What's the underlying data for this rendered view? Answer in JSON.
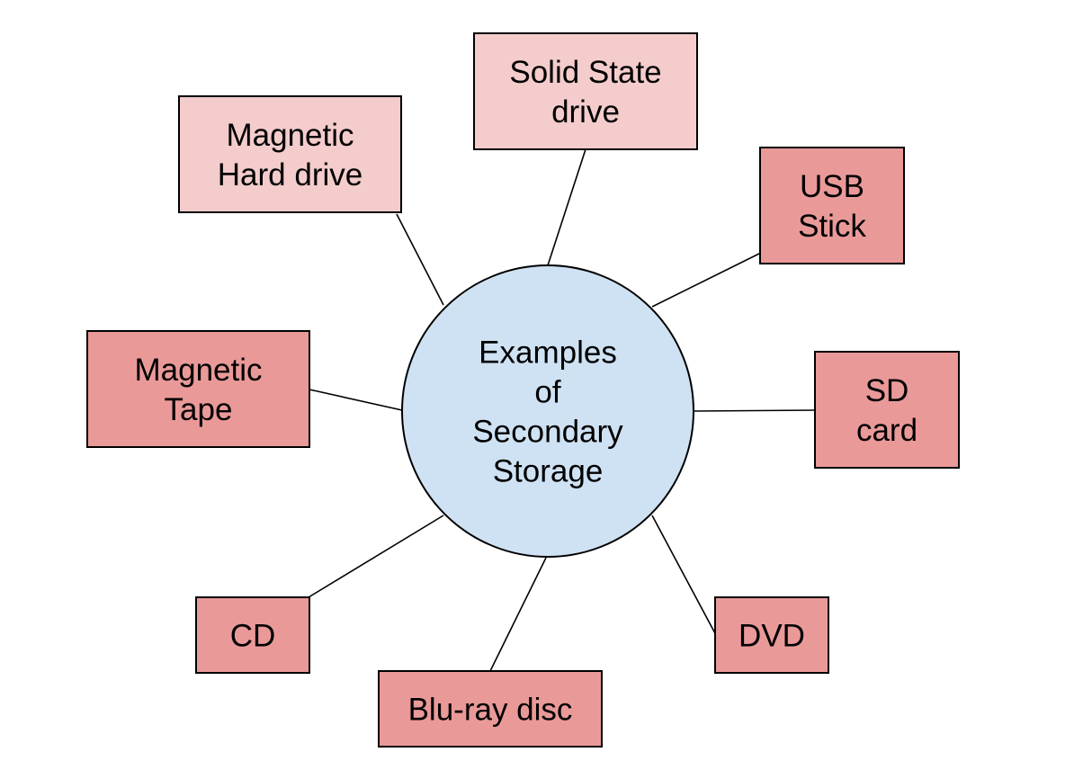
{
  "diagram": {
    "type": "mind-map",
    "colors": {
      "center_fill": "#cfe2f3",
      "light_fill": "#f4cccc",
      "dark_fill": "#ea9999",
      "stroke": "#000000",
      "background": "#ffffff"
    },
    "center": {
      "id": "center",
      "lines": [
        "Examples",
        "of",
        "Secondary",
        "Storage"
      ]
    },
    "nodes": [
      {
        "id": "magnetic-hard-drive",
        "lines": [
          "Magnetic",
          "Hard drive"
        ],
        "shade": "light"
      },
      {
        "id": "solid-state-drive",
        "lines": [
          "Solid State",
          "drive"
        ],
        "shade": "light"
      },
      {
        "id": "usb-stick",
        "lines": [
          "USB",
          "Stick"
        ],
        "shade": "dark"
      },
      {
        "id": "sd-card",
        "lines": [
          "SD",
          "card"
        ],
        "shade": "dark"
      },
      {
        "id": "magnetic-tape",
        "lines": [
          "Magnetic",
          "Tape"
        ],
        "shade": "dark"
      },
      {
        "id": "cd",
        "lines": [
          "CD"
        ],
        "shade": "dark"
      },
      {
        "id": "blu-ray-disc",
        "lines": [
          "Blu-ray disc"
        ],
        "shade": "dark"
      },
      {
        "id": "dvd",
        "lines": [
          "DVD"
        ],
        "shade": "dark"
      }
    ],
    "edges": [
      {
        "from": "center",
        "to": "magnetic-hard-drive"
      },
      {
        "from": "center",
        "to": "solid-state-drive"
      },
      {
        "from": "center",
        "to": "usb-stick"
      },
      {
        "from": "center",
        "to": "sd-card"
      },
      {
        "from": "center",
        "to": "magnetic-tape"
      },
      {
        "from": "center",
        "to": "cd"
      },
      {
        "from": "center",
        "to": "blu-ray-disc"
      },
      {
        "from": "center",
        "to": "dvd"
      }
    ]
  }
}
